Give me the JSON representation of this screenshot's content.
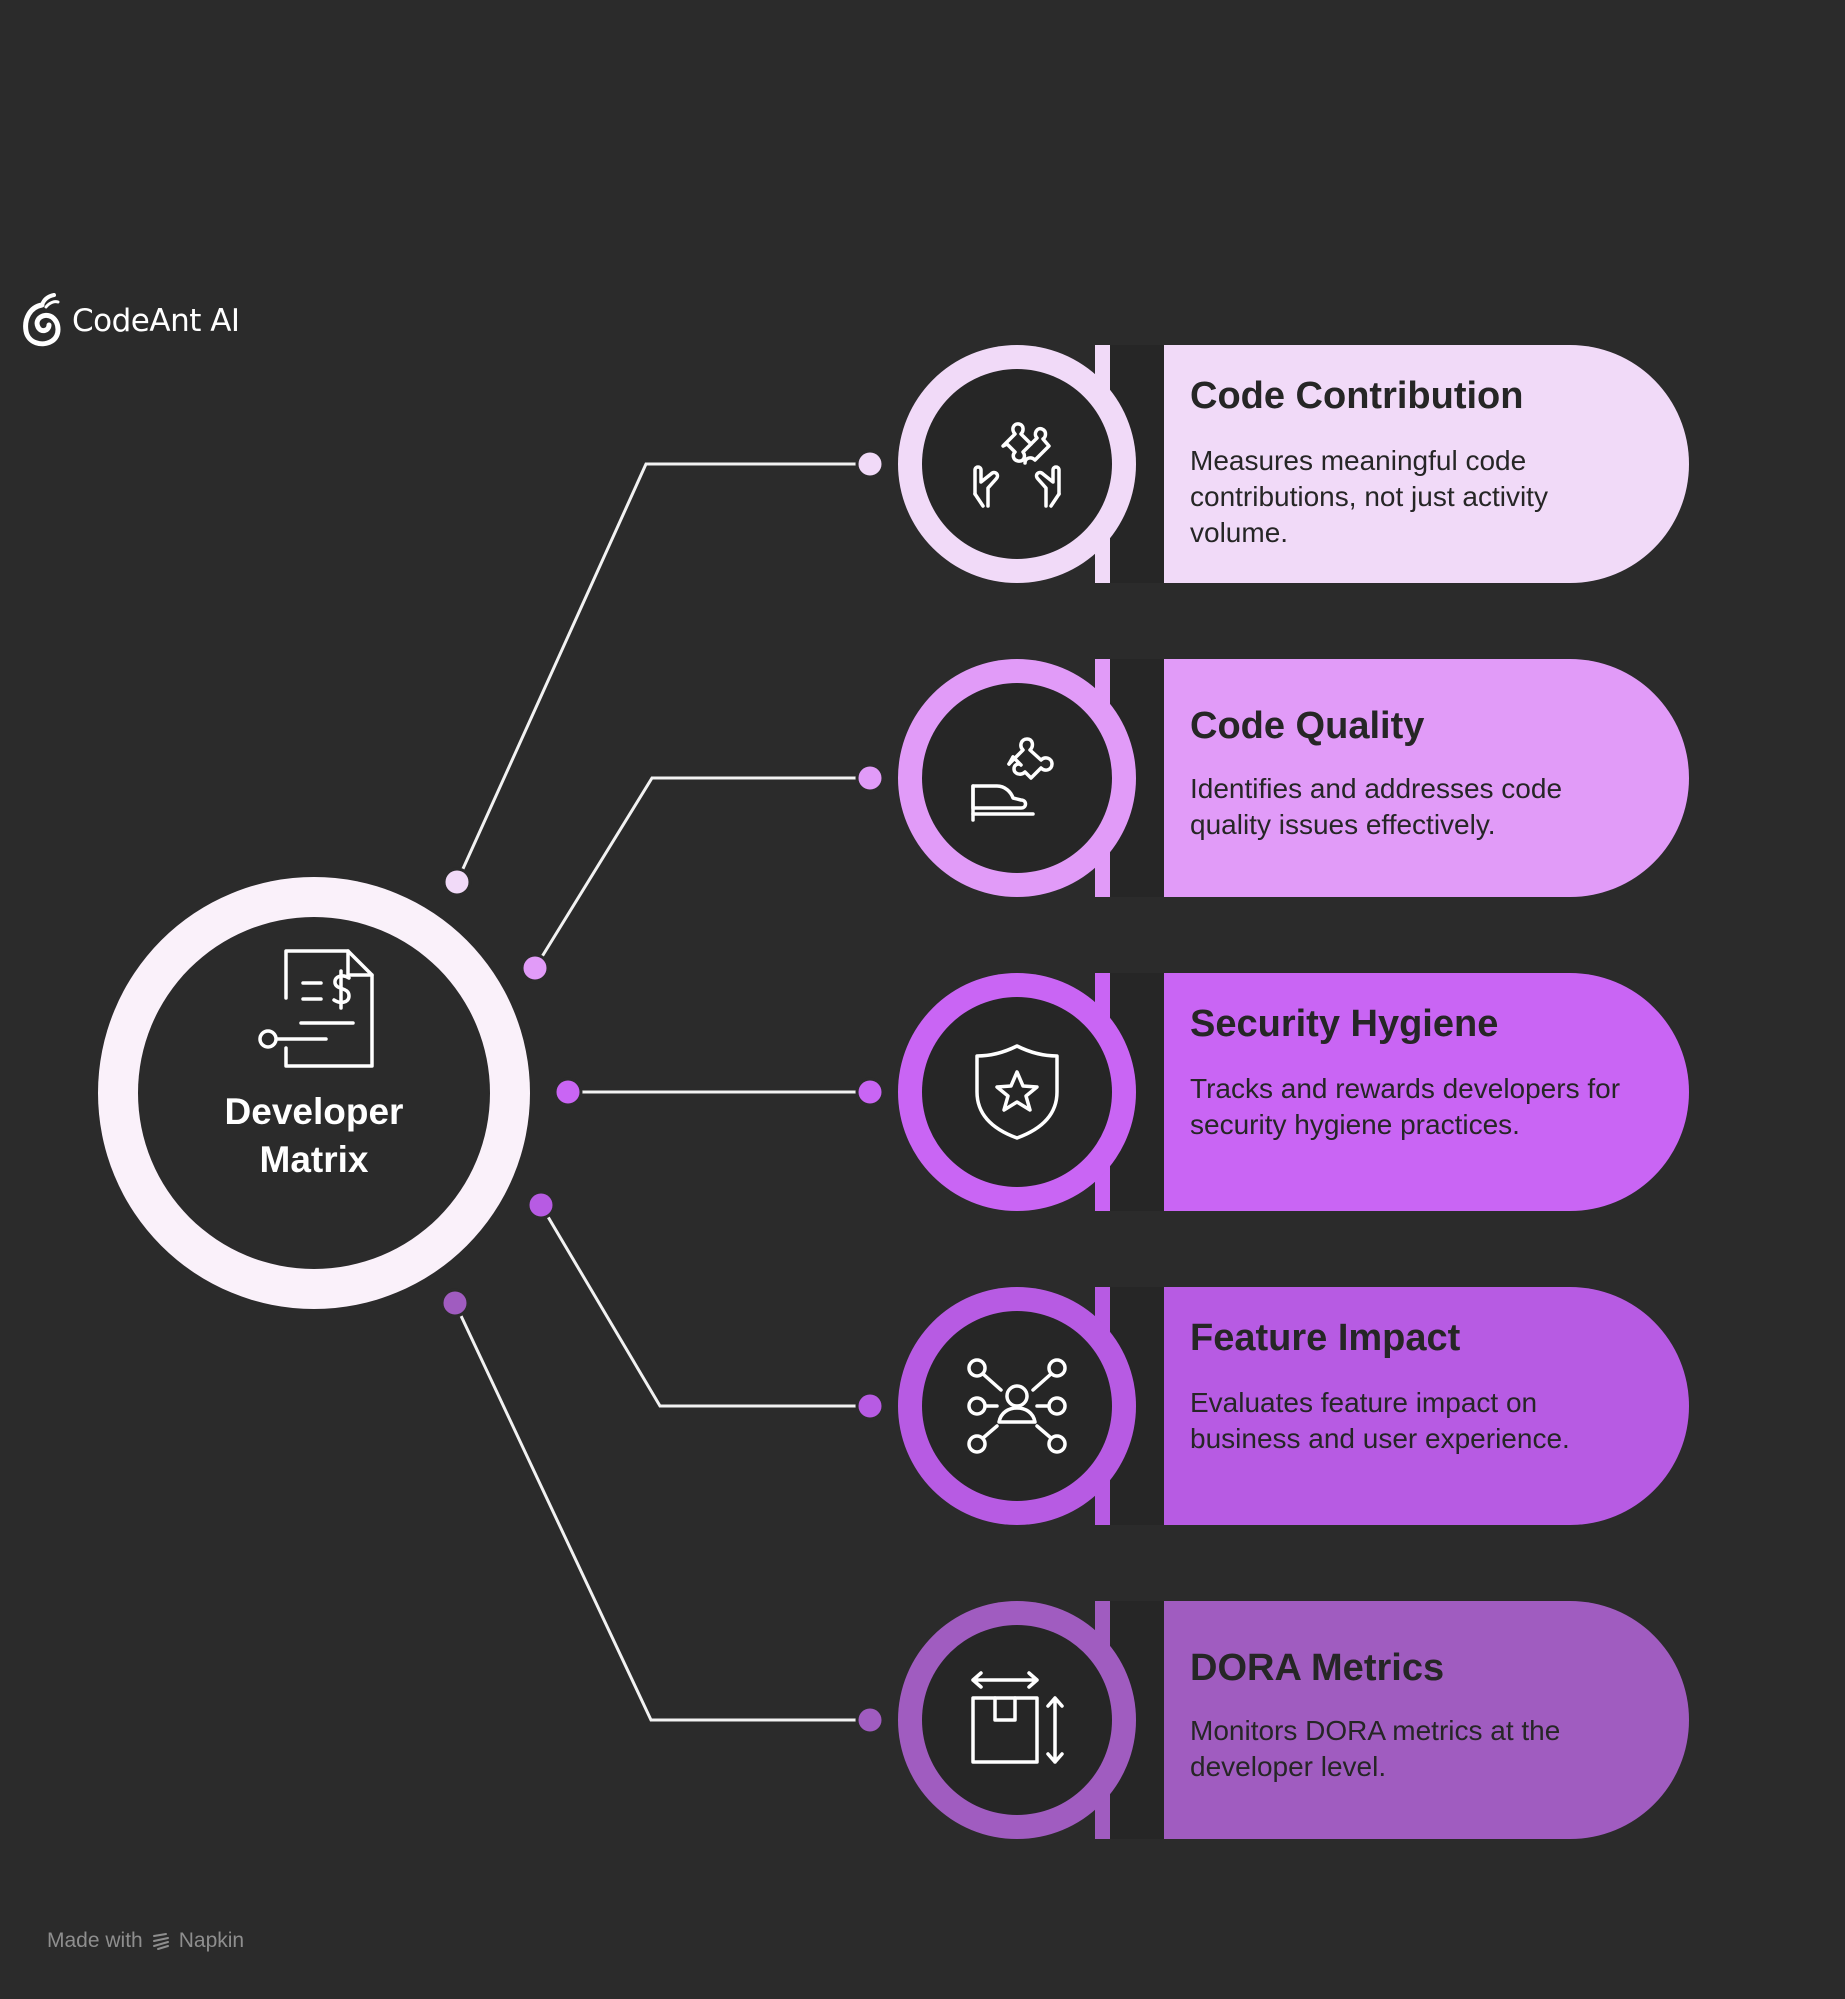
{
  "brand": {
    "logo_icon": "codeant-logo-icon",
    "name": "CodeAnt AI"
  },
  "hub": {
    "title_line1": "Developer",
    "title_line2": "Matrix",
    "icon": "invoice-document-icon"
  },
  "colors": {
    "background": "#2b2b2b",
    "hub": "#faf1fa",
    "card1": "#f1daf8",
    "card2": "#e19bf8",
    "card3": "#c965f4",
    "card4": "#b75be3",
    "card5": "#a05cc0"
  },
  "items": [
    {
      "title": "Code Contribution",
      "description": "Measures meaningful code contributions, not just activity volume.",
      "icon": "hands-puzzle-icon"
    },
    {
      "title": "Code Quality",
      "description": "Identifies and addresses code quality issues effectively.",
      "icon": "hand-puzzle-icon"
    },
    {
      "title": "Security Hygiene",
      "description": "Tracks and rewards developers for security hygiene practices.",
      "icon": "shield-star-icon"
    },
    {
      "title": "Feature Impact",
      "description": "Evaluates feature impact on business and user experience.",
      "icon": "user-network-icon"
    },
    {
      "title": "DORA Metrics",
      "description": "Monitors DORA metrics at the developer level.",
      "icon": "box-dimensions-icon"
    }
  ],
  "footer": {
    "prefix": "Made with",
    "tool": "Napkin",
    "icon": "napkin-icon"
  }
}
